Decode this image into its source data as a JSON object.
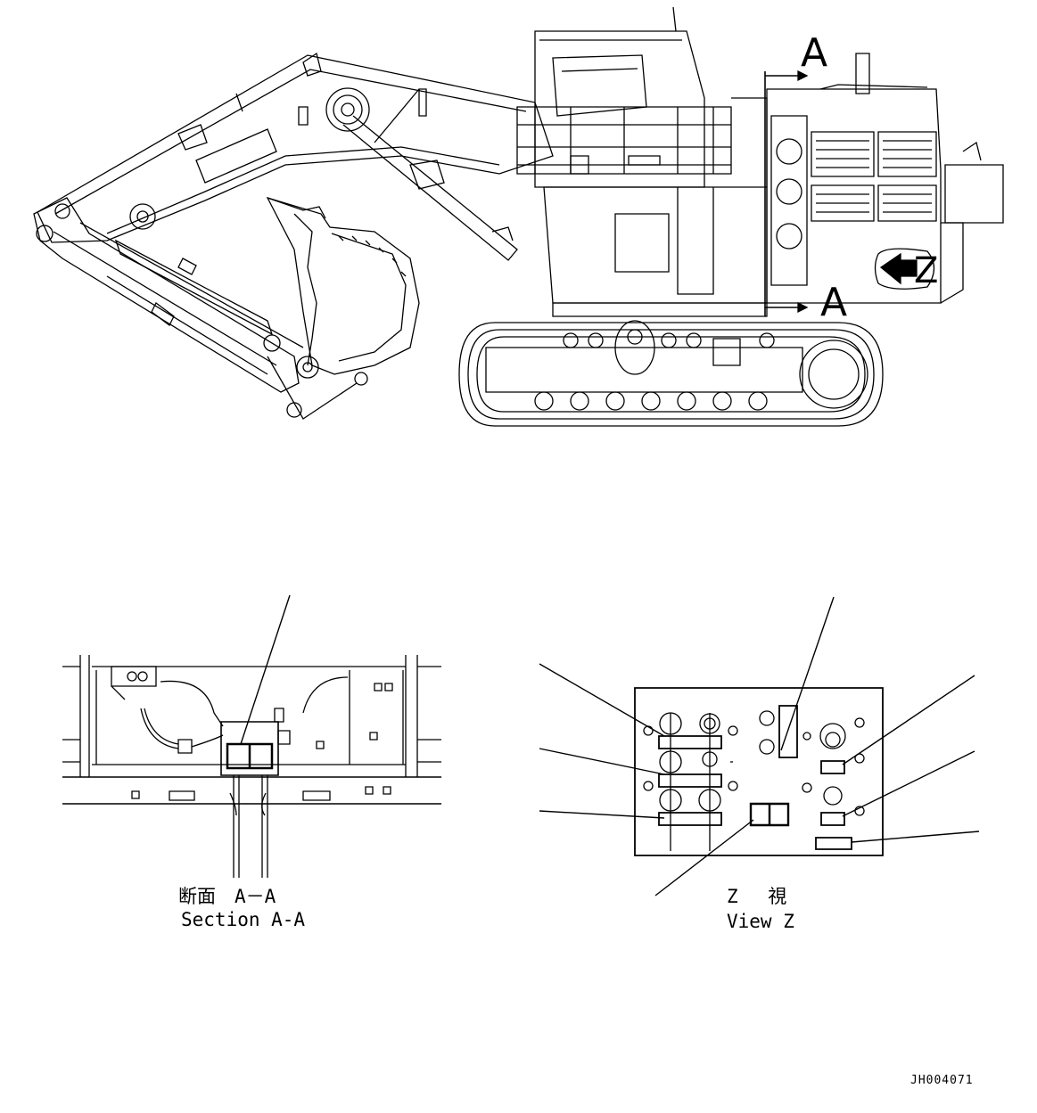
{
  "main_view": {
    "section_marker_top": "A",
    "section_marker_bottom": "A",
    "view_marker": "Z"
  },
  "section_view": {
    "caption_jp": "断面　A－A",
    "caption_en": "Section A-A"
  },
  "z_view": {
    "caption_jp": "Z　 視",
    "caption_en": "View Z"
  },
  "drawing_code": "JH004071"
}
